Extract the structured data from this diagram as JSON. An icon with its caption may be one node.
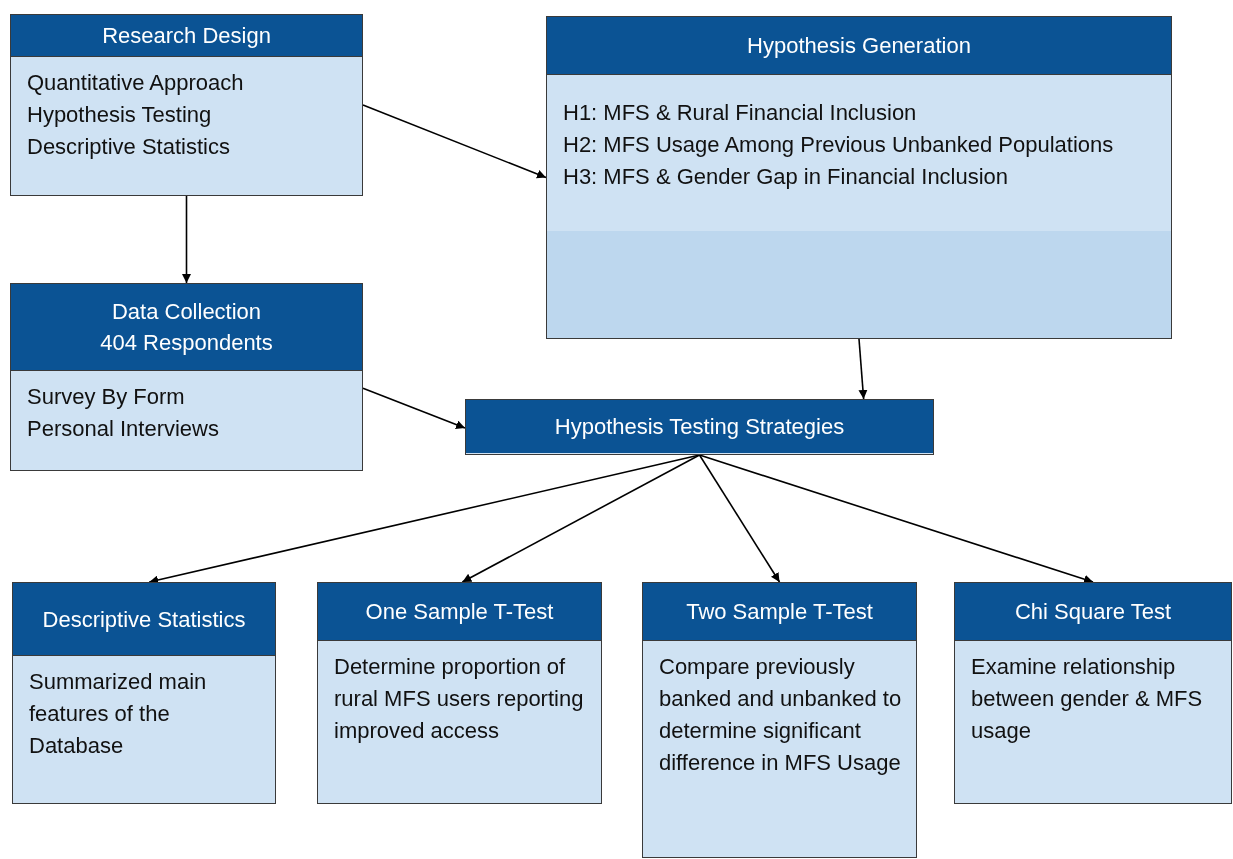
{
  "diagram": {
    "nodes": [
      {
        "text": [
          "Research Design",
          "Quantitative Approach",
          "Hypothesis Testing",
          "Descriptive Statistics"
        ]
      },
      {
        "text": [
          "Hypothesis Generation",
          "H1: MFS & Rural Financial Inclusion",
          "H2: MFS Usage Among Previous Unbanked Populations",
          "H3: MFS & Gender Gap in Financial Inclusion"
        ]
      },
      {
        "text": [
          "Data Collection",
          "404 Respondents",
          "Survey By Form",
          "Personal Interviews"
        ]
      },
      {
        "text": [
          "Hypothesis Testing Strategies"
        ]
      },
      {
        "text": [
          "Descriptive Statistics",
          "Summarized main features of the Database"
        ]
      },
      {
        "text": [
          "One Sample T-Test",
          "Determine proportion of rural MFS users reporting improved access"
        ]
      },
      {
        "text": [
          "Two Sample T-Test",
          "Compare previously banked and unbanked to determine significant difference in MFS Usage"
        ]
      },
      {
        "text": [
          "Chi Square Test",
          "Examine relationship between gender & MFS usage"
        ]
      }
    ],
    "edges": [
      {
        "from": 0,
        "to": 1,
        "arrow": "to"
      },
      {
        "from": 0,
        "to": 2,
        "arrow": "to"
      },
      {
        "from": 2,
        "to": 3,
        "arrow": "to"
      },
      {
        "from": 1,
        "to": 3,
        "arrow": "to"
      },
      {
        "from": 3,
        "to": 4,
        "arrow": "to"
      },
      {
        "from": 3,
        "to": 5,
        "arrow": "to"
      },
      {
        "from": 3,
        "to": 6,
        "arrow": "to"
      },
      {
        "from": 3,
        "to": 7,
        "arrow": "to"
      }
    ]
  }
}
